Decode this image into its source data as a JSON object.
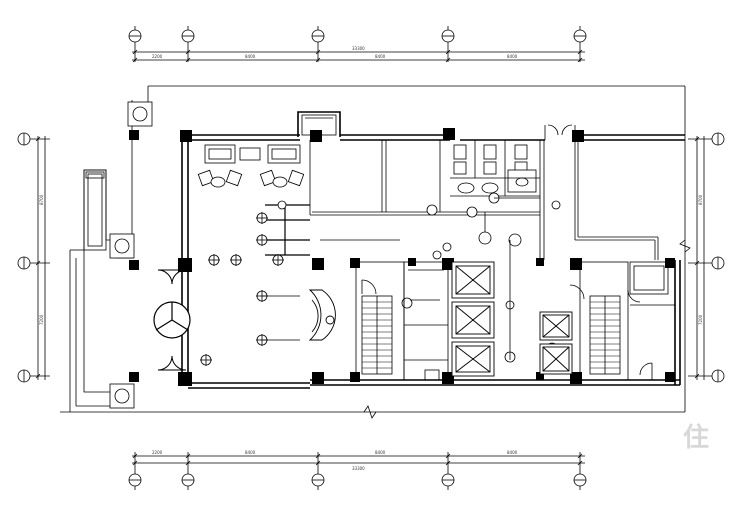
{
  "drawing": {
    "type": "floor-plan",
    "line_color": "#000000",
    "background": "#ffffff"
  },
  "top_dimensions": {
    "overall": "33300",
    "segments": [
      "2200",
      "8400",
      "8400",
      "8400"
    ]
  },
  "bottom_dimensions": {
    "overall": "33300",
    "segments": [
      "2200",
      "8400",
      "8400",
      "8400"
    ]
  },
  "left_dimensions": {
    "segments": [
      "8700",
      "7200"
    ]
  },
  "right_dimensions": {
    "segments": [
      "8700",
      "7200"
    ]
  },
  "watermark": {
    "text": "住"
  }
}
